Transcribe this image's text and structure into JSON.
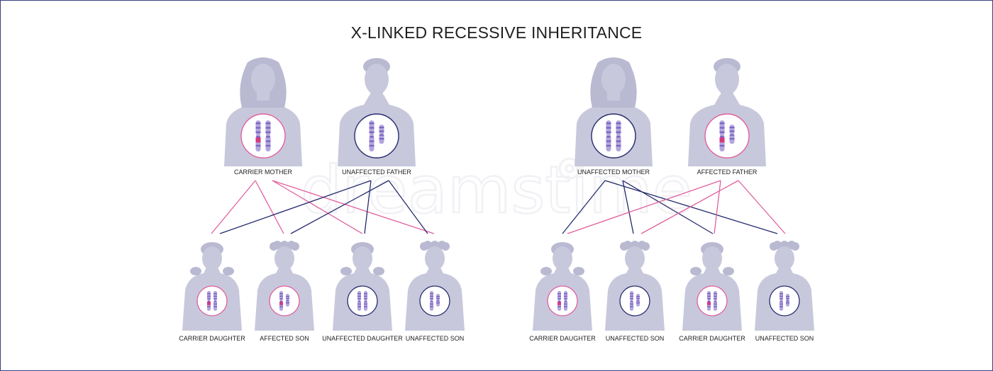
{
  "title": "X-LINKED RECESSIVE INHERITANCE",
  "watermark": "dreamstime",
  "colors": {
    "silhouette": "#c8c8dc",
    "hair": "#b9b9d2",
    "pink_line": "#e0609e",
    "navy_line": "#262c6e",
    "chromosome_base": "#b2a6dd",
    "chromosome_band": "#7c62c4",
    "affected_band": "#d6397f"
  },
  "left_panel": {
    "parents": [
      {
        "label": "CARRIER MOTHER",
        "sex": "female",
        "ring": "pink",
        "mutated_x": 1
      },
      {
        "label": "UNAFFECTED FATHER",
        "sex": "male",
        "ring": "navy",
        "mutated_x": 0
      }
    ],
    "children": [
      {
        "label": "CARRIER DAUGHTER",
        "sex": "female",
        "ring": "pink"
      },
      {
        "label": "AFFECTED SON",
        "sex": "male",
        "ring": "pink"
      },
      {
        "label": "UNAFFECTED DAUGHTER",
        "sex": "female",
        "ring": "navy"
      },
      {
        "label": "UNAFFECTED SON",
        "sex": "male",
        "ring": "navy"
      }
    ]
  },
  "right_panel": {
    "parents": [
      {
        "label": "UNAFFECTED MOTHER",
        "sex": "female",
        "ring": "navy",
        "mutated_x": 0
      },
      {
        "label": "AFFECTED FATHER",
        "sex": "male",
        "ring": "pink",
        "mutated_x": 1
      }
    ],
    "children": [
      {
        "label": "CARRIER DAUGHTER",
        "sex": "female",
        "ring": "pink"
      },
      {
        "label": "UNAFFECTED SON",
        "sex": "male",
        "ring": "navy"
      },
      {
        "label": "CARRIER DAUGHTER",
        "sex": "female",
        "ring": "pink"
      },
      {
        "label": "UNAFFECTED SON",
        "sex": "male",
        "ring": "navy"
      }
    ]
  }
}
